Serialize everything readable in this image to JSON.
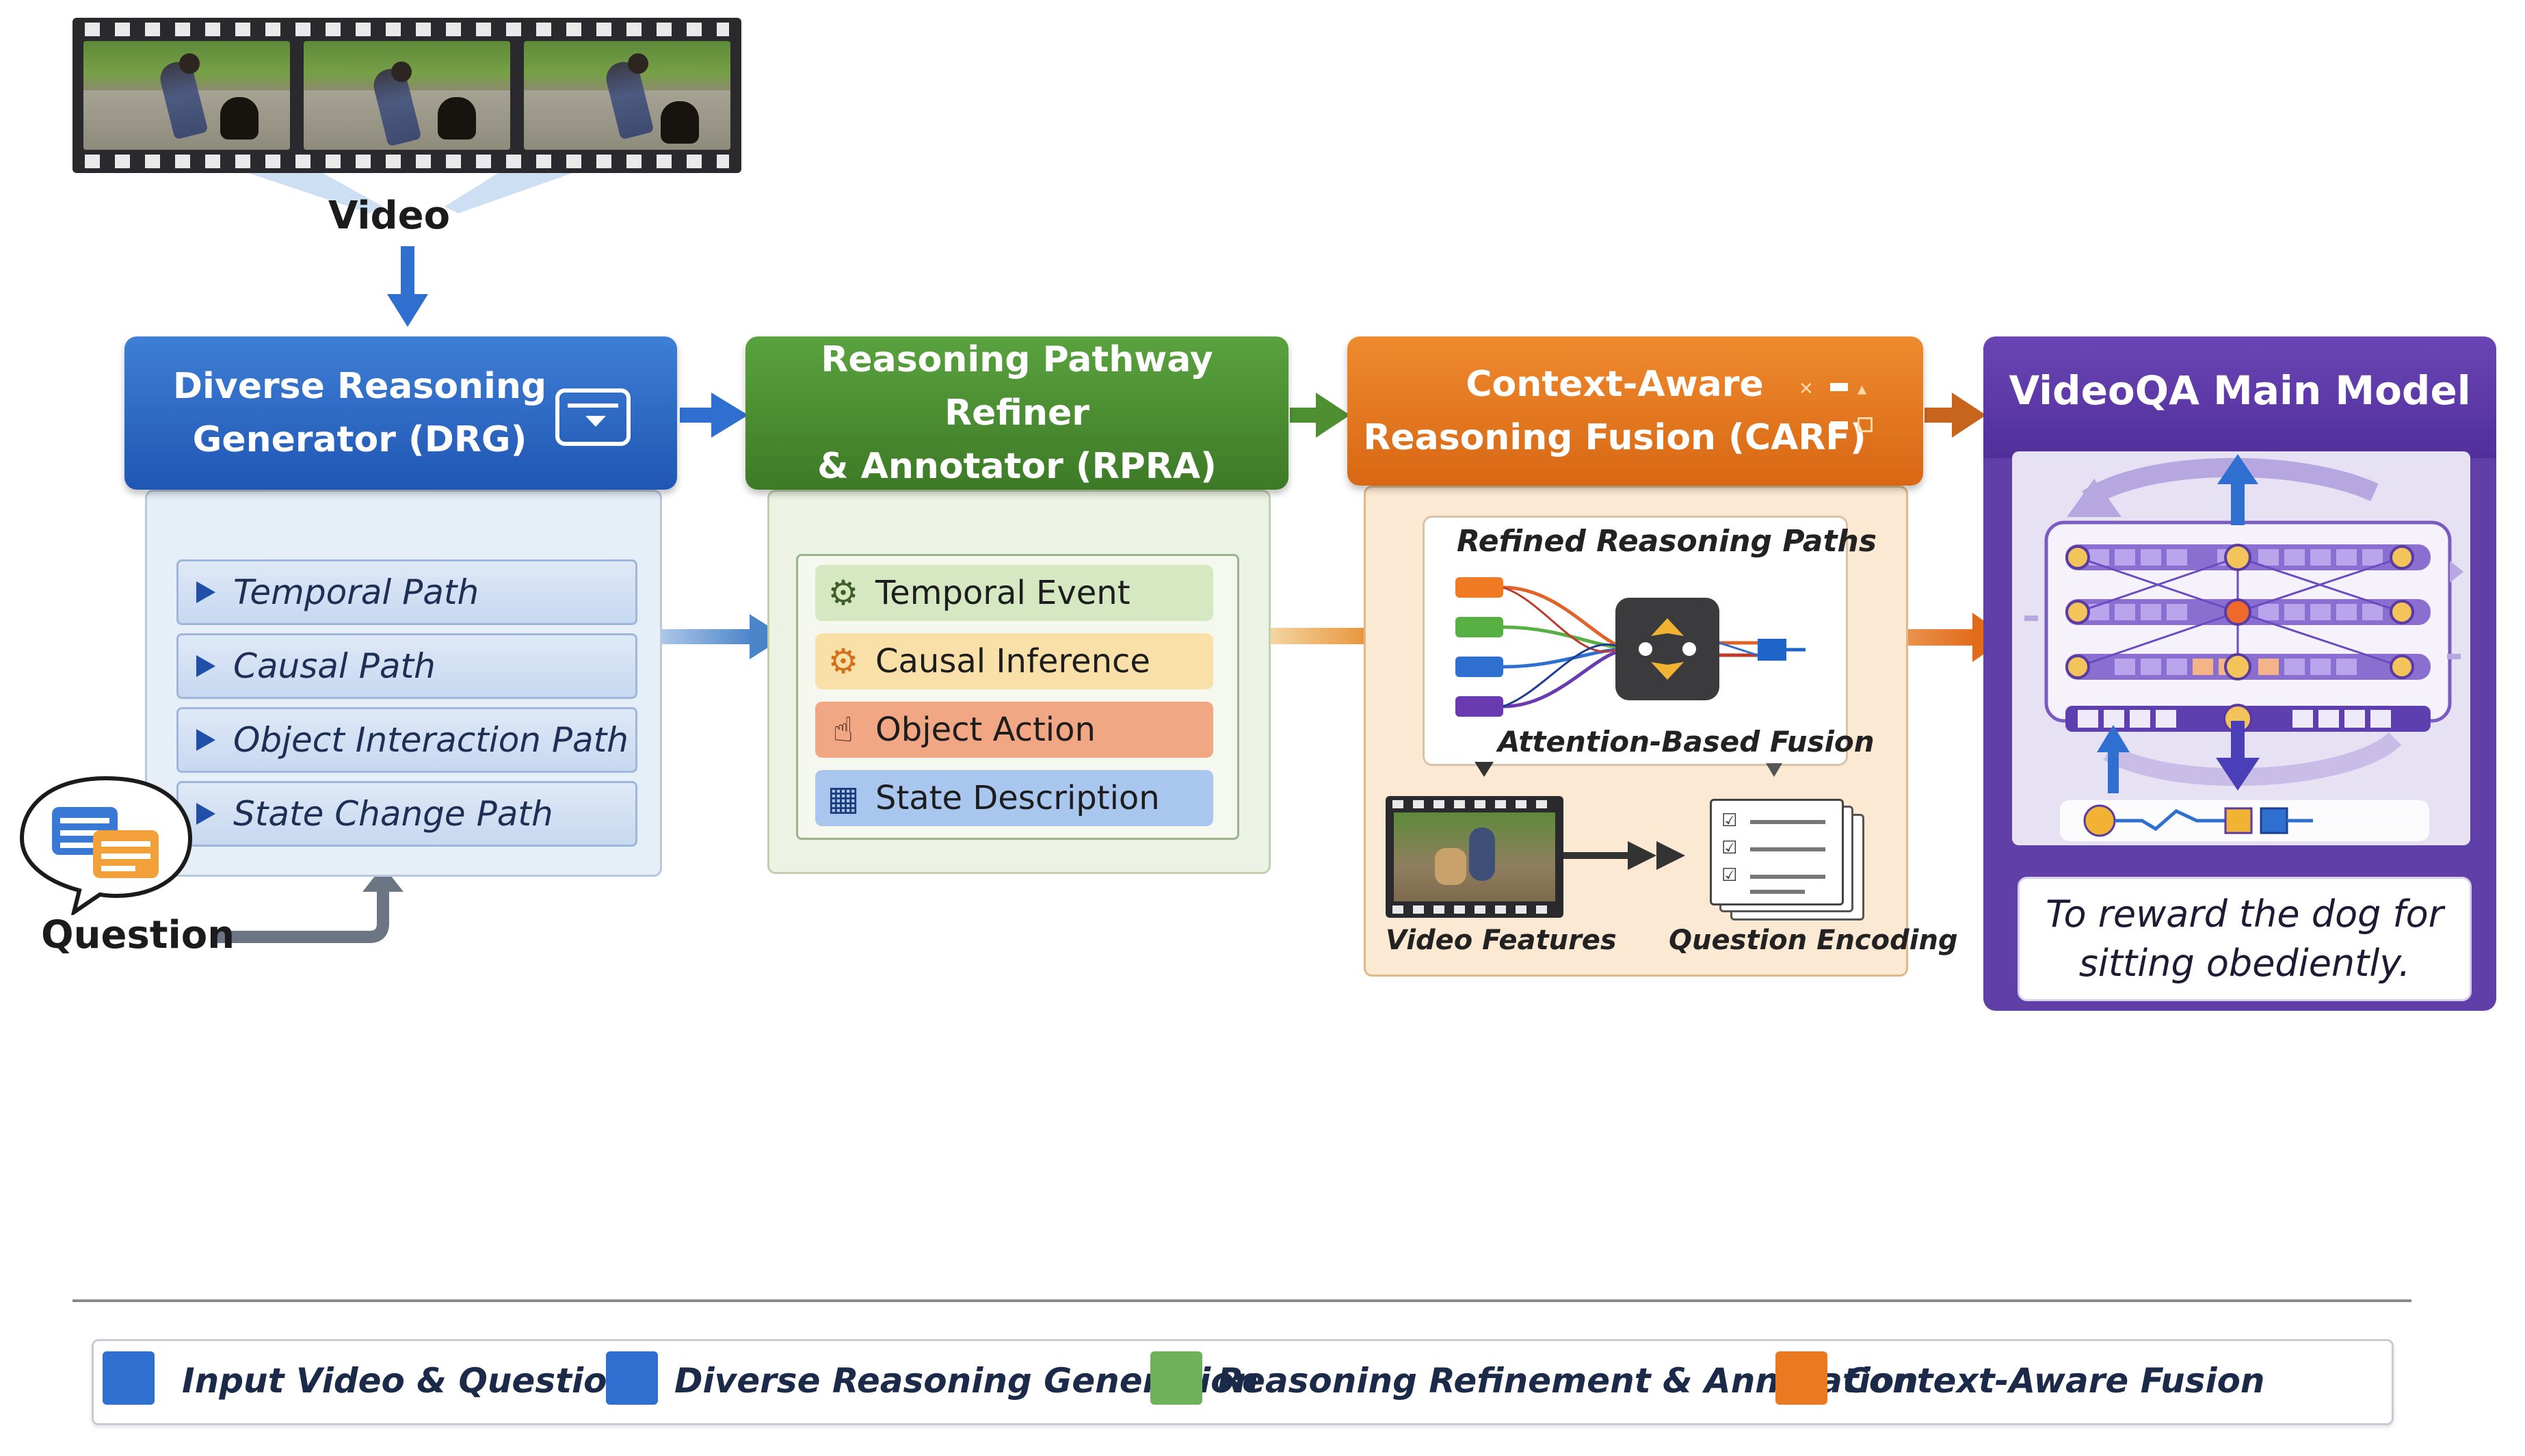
{
  "video": {
    "label": "Video"
  },
  "question": {
    "label": "Question"
  },
  "drg": {
    "title_line1": "Diverse Reasoning",
    "title_line2": "Generator (DRG)",
    "paths": [
      "Temporal Path",
      "Causal Path",
      "Object Interaction Path",
      "State Change Path"
    ]
  },
  "rpra": {
    "title_line1": "Reasoning Pathway Refiner",
    "title_line2": "& Annotator (RPRA)",
    "items": [
      {
        "label": "Temporal Event",
        "icon": "gear-icon",
        "color": "#d6e8c2"
      },
      {
        "label": "Causal Inference",
        "icon": "gear-icon",
        "color": "#f8e0a8"
      },
      {
        "label": "Object Action",
        "icon": "hand-icon",
        "color": "#f2a784"
      },
      {
        "label": "State Description",
        "icon": "grid-icon",
        "color": "#a9c7ee"
      }
    ]
  },
  "carf": {
    "title_line1": "Context-Aware",
    "title_line2": "Reasoning Fusion (CARF)",
    "refined_label": "Refined Reasoning Paths",
    "fusion_label": "Attention-Based Fusion",
    "video_features_label": "Video Features",
    "question_encoding_label": "Question Encoding"
  },
  "vqa": {
    "title": "VideoQA Main Model",
    "answer_line1": "To reward the dog for",
    "answer_line2": "sitting obediently."
  },
  "legend": {
    "items": [
      {
        "label": "Input Video & Question",
        "color": "#2f6fd0"
      },
      {
        "label": "Diverse Reasoning Generation",
        "color": "#2f6fd0"
      },
      {
        "label": "Reasoning Refinement & Annotation",
        "color": "#6fb15a"
      },
      {
        "label": "Context-Aware Fusion",
        "color": "#ea7a22"
      }
    ]
  },
  "colors": {
    "blue": "#2f6fd0",
    "green": "#4e8f32",
    "orange": "#e0751c",
    "purple": "#5a3aa3"
  }
}
